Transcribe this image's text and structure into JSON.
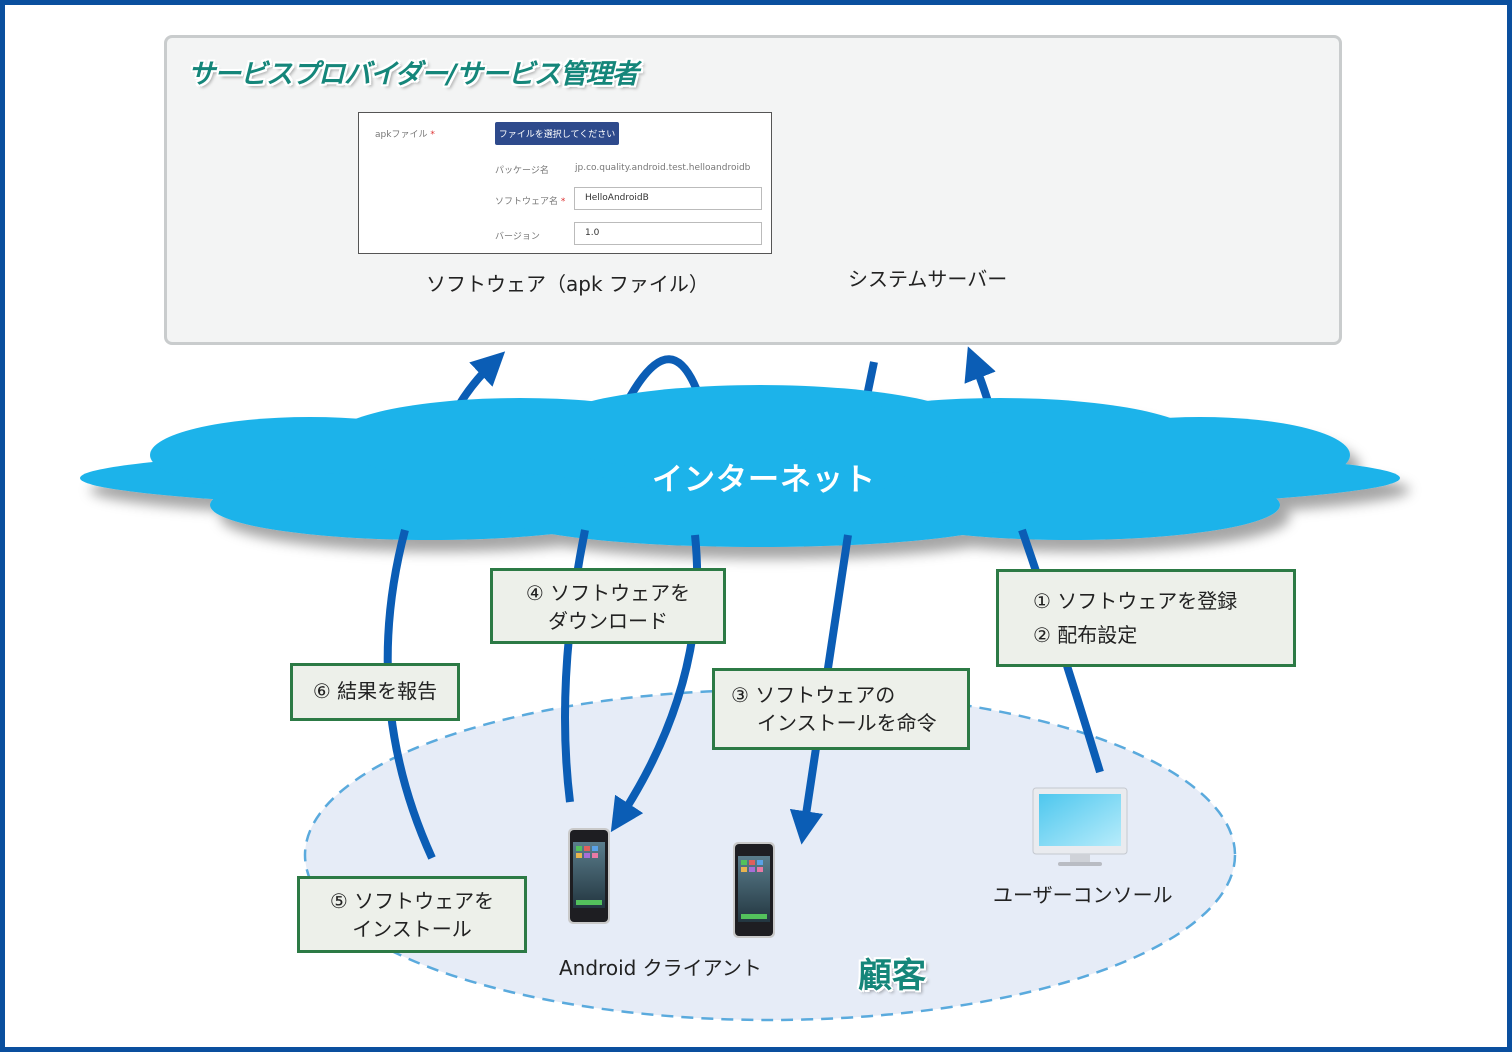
{
  "provider": {
    "title": "サービスプロバイダー/サービス管理者"
  },
  "form": {
    "apk_label": "apkファイル",
    "required_mark": "*",
    "file_button": "ファイルを選択してください",
    "package_label": "パッケージ名",
    "package_value": "jp.co.quality.android.test.helloandroidb",
    "software_label": "ソフトウェア名",
    "software_value": "HelloAndroidB",
    "version_label": "バージョン",
    "version_value": "1.0"
  },
  "captions": {
    "software_apk": "ソフトウェア（apk ファイル）",
    "system_server": "システムサーバー",
    "android_client": "Android クライアント",
    "user_console": "ユーザーコンソール"
  },
  "cloud": {
    "label": "インターネット"
  },
  "steps": {
    "s1": {
      "line1": "① ソフトウェアを登録",
      "line2": "② 配布設定"
    },
    "s3": {
      "line1": "③ ソフトウェアの",
      "line2": "インストールを命令"
    },
    "s4": {
      "line1": "④ ソフトウェアを",
      "line2": "ダウンロード"
    },
    "s5": {
      "line1": "⑤ ソフトウェアを",
      "line2": "インストール"
    },
    "s6": {
      "line1": "⑥ 結果を報告"
    }
  },
  "customer": {
    "label": "顧客"
  },
  "colors": {
    "frame": "#0a4f9e",
    "arrow": "#0b5db5",
    "cloud": "#1fb3ea",
    "step_border": "#2c7a45",
    "title_teal": "#15867a",
    "customer_fill": "#e6ecf7",
    "customer_dash": "#5aaadd"
  },
  "icons": [
    "server-icon",
    "smartphone-icon",
    "monitor-icon"
  ]
}
